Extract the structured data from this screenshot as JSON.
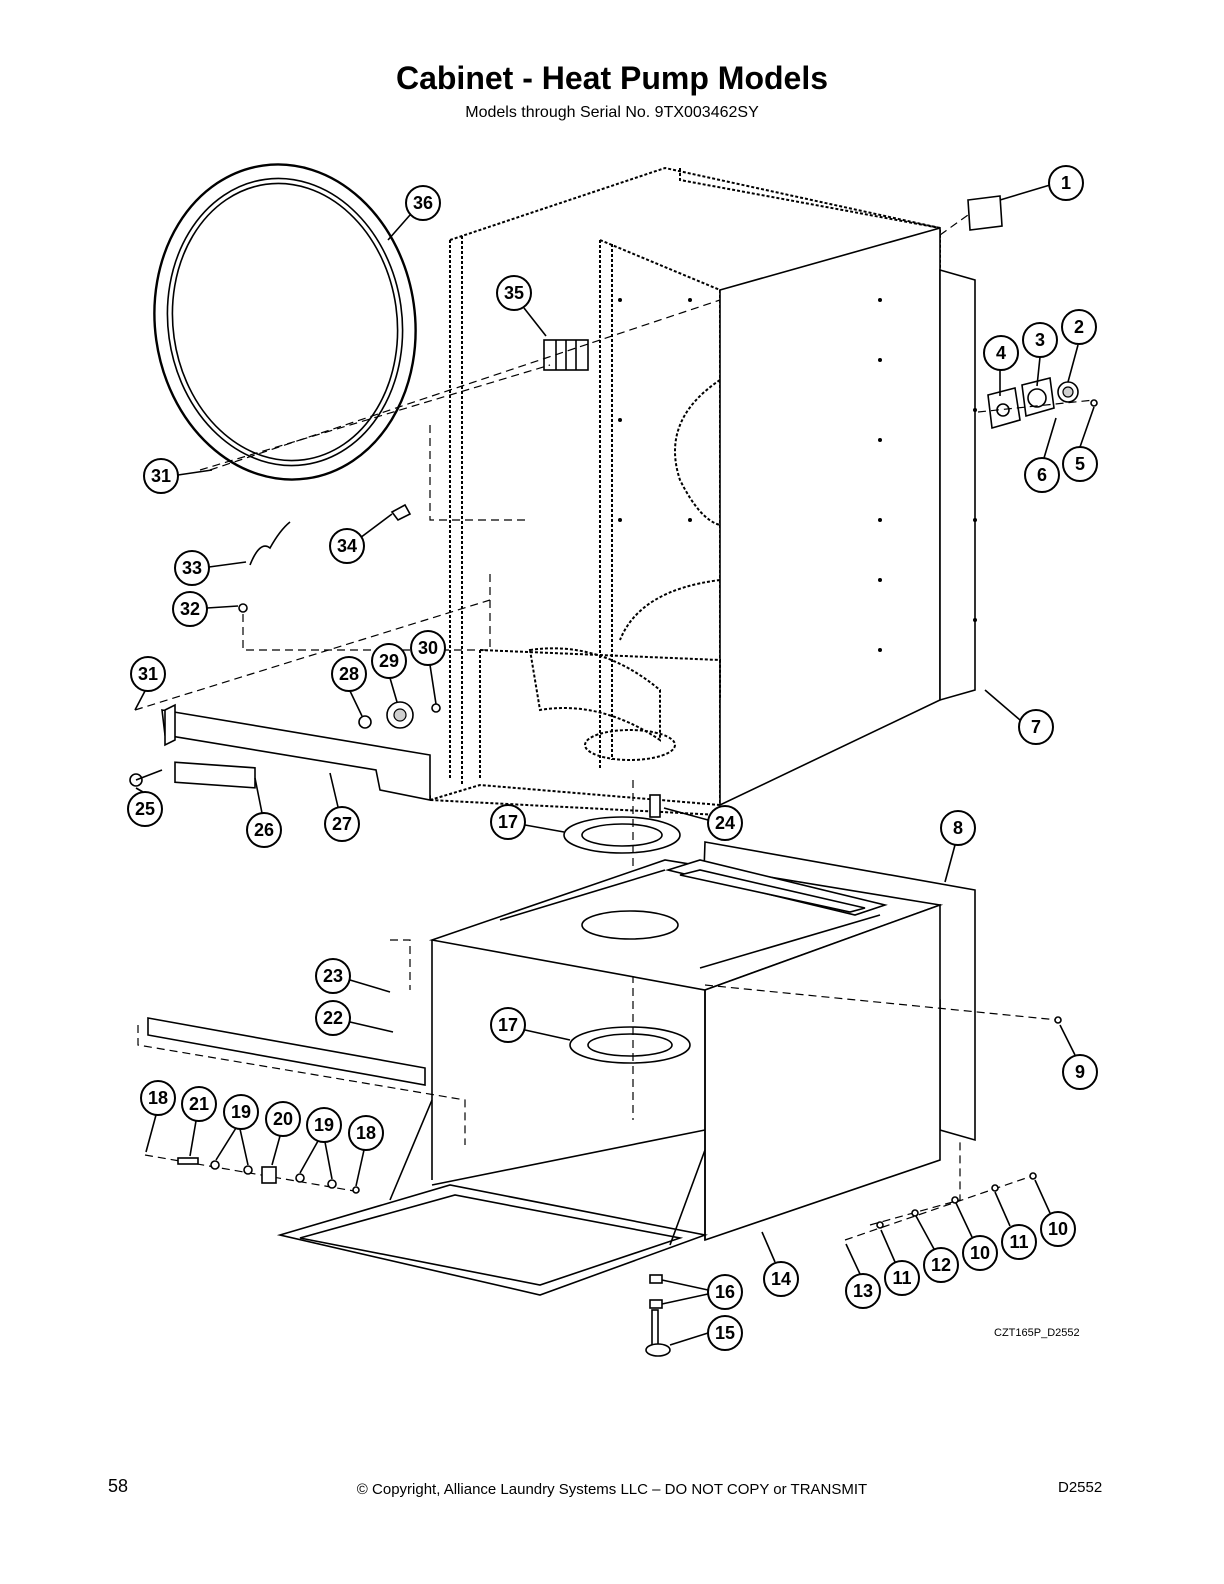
{
  "header": {
    "title": "Cabinet - Heat Pump Models",
    "subtitle": "Models through Serial No. 9TX003462SY"
  },
  "diagram": {
    "drawing_code": "CZT165P_D2552",
    "callouts": [
      "1",
      "2",
      "3",
      "4",
      "5",
      "6",
      "7",
      "8",
      "9",
      "10",
      "10",
      "11",
      "11",
      "12",
      "13",
      "14",
      "15",
      "16",
      "17",
      "17",
      "18",
      "18",
      "19",
      "19",
      "20",
      "21",
      "22",
      "23",
      "24",
      "25",
      "26",
      "27",
      "28",
      "29",
      "30",
      "31",
      "31",
      "32",
      "33",
      "34",
      "35",
      "36"
    ]
  },
  "footer": {
    "page_number": "58",
    "copyright": "© Copyright, Alliance Laundry Systems LLC – DO NOT COPY or TRANSMIT",
    "doc_number": "D2552"
  }
}
